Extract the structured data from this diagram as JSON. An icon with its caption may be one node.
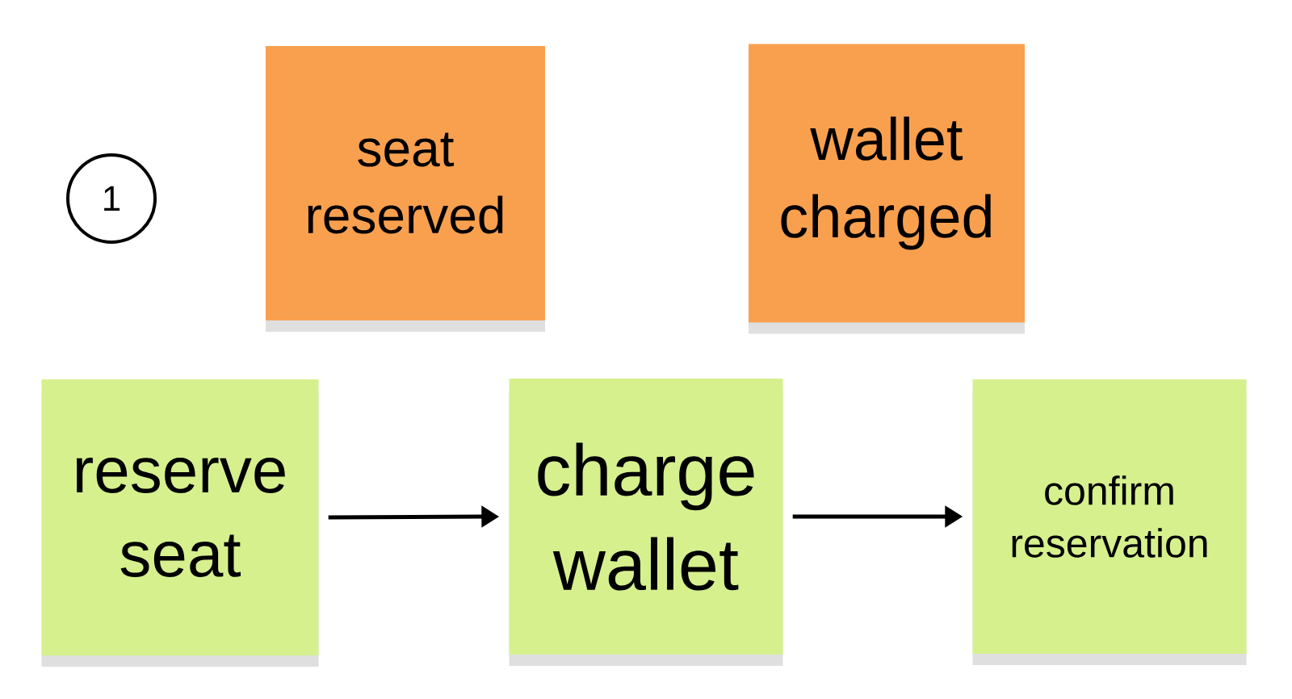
{
  "diagram": {
    "nodes": [
      {
        "text": [
          "1"
        ]
      },
      {
        "text": [
          "seat reserved"
        ]
      },
      {
        "text": [
          "wallet charged"
        ]
      },
      {
        "text": [
          "reserve seat"
        ]
      },
      {
        "text": [
          "charge wallet"
        ]
      },
      {
        "text": [
          "confirm reservation"
        ]
      }
    ],
    "edges": [
      {
        "from": 3,
        "to": 4,
        "arrow": "to"
      },
      {
        "from": 4,
        "to": 5,
        "arrow": "to"
      }
    ]
  }
}
